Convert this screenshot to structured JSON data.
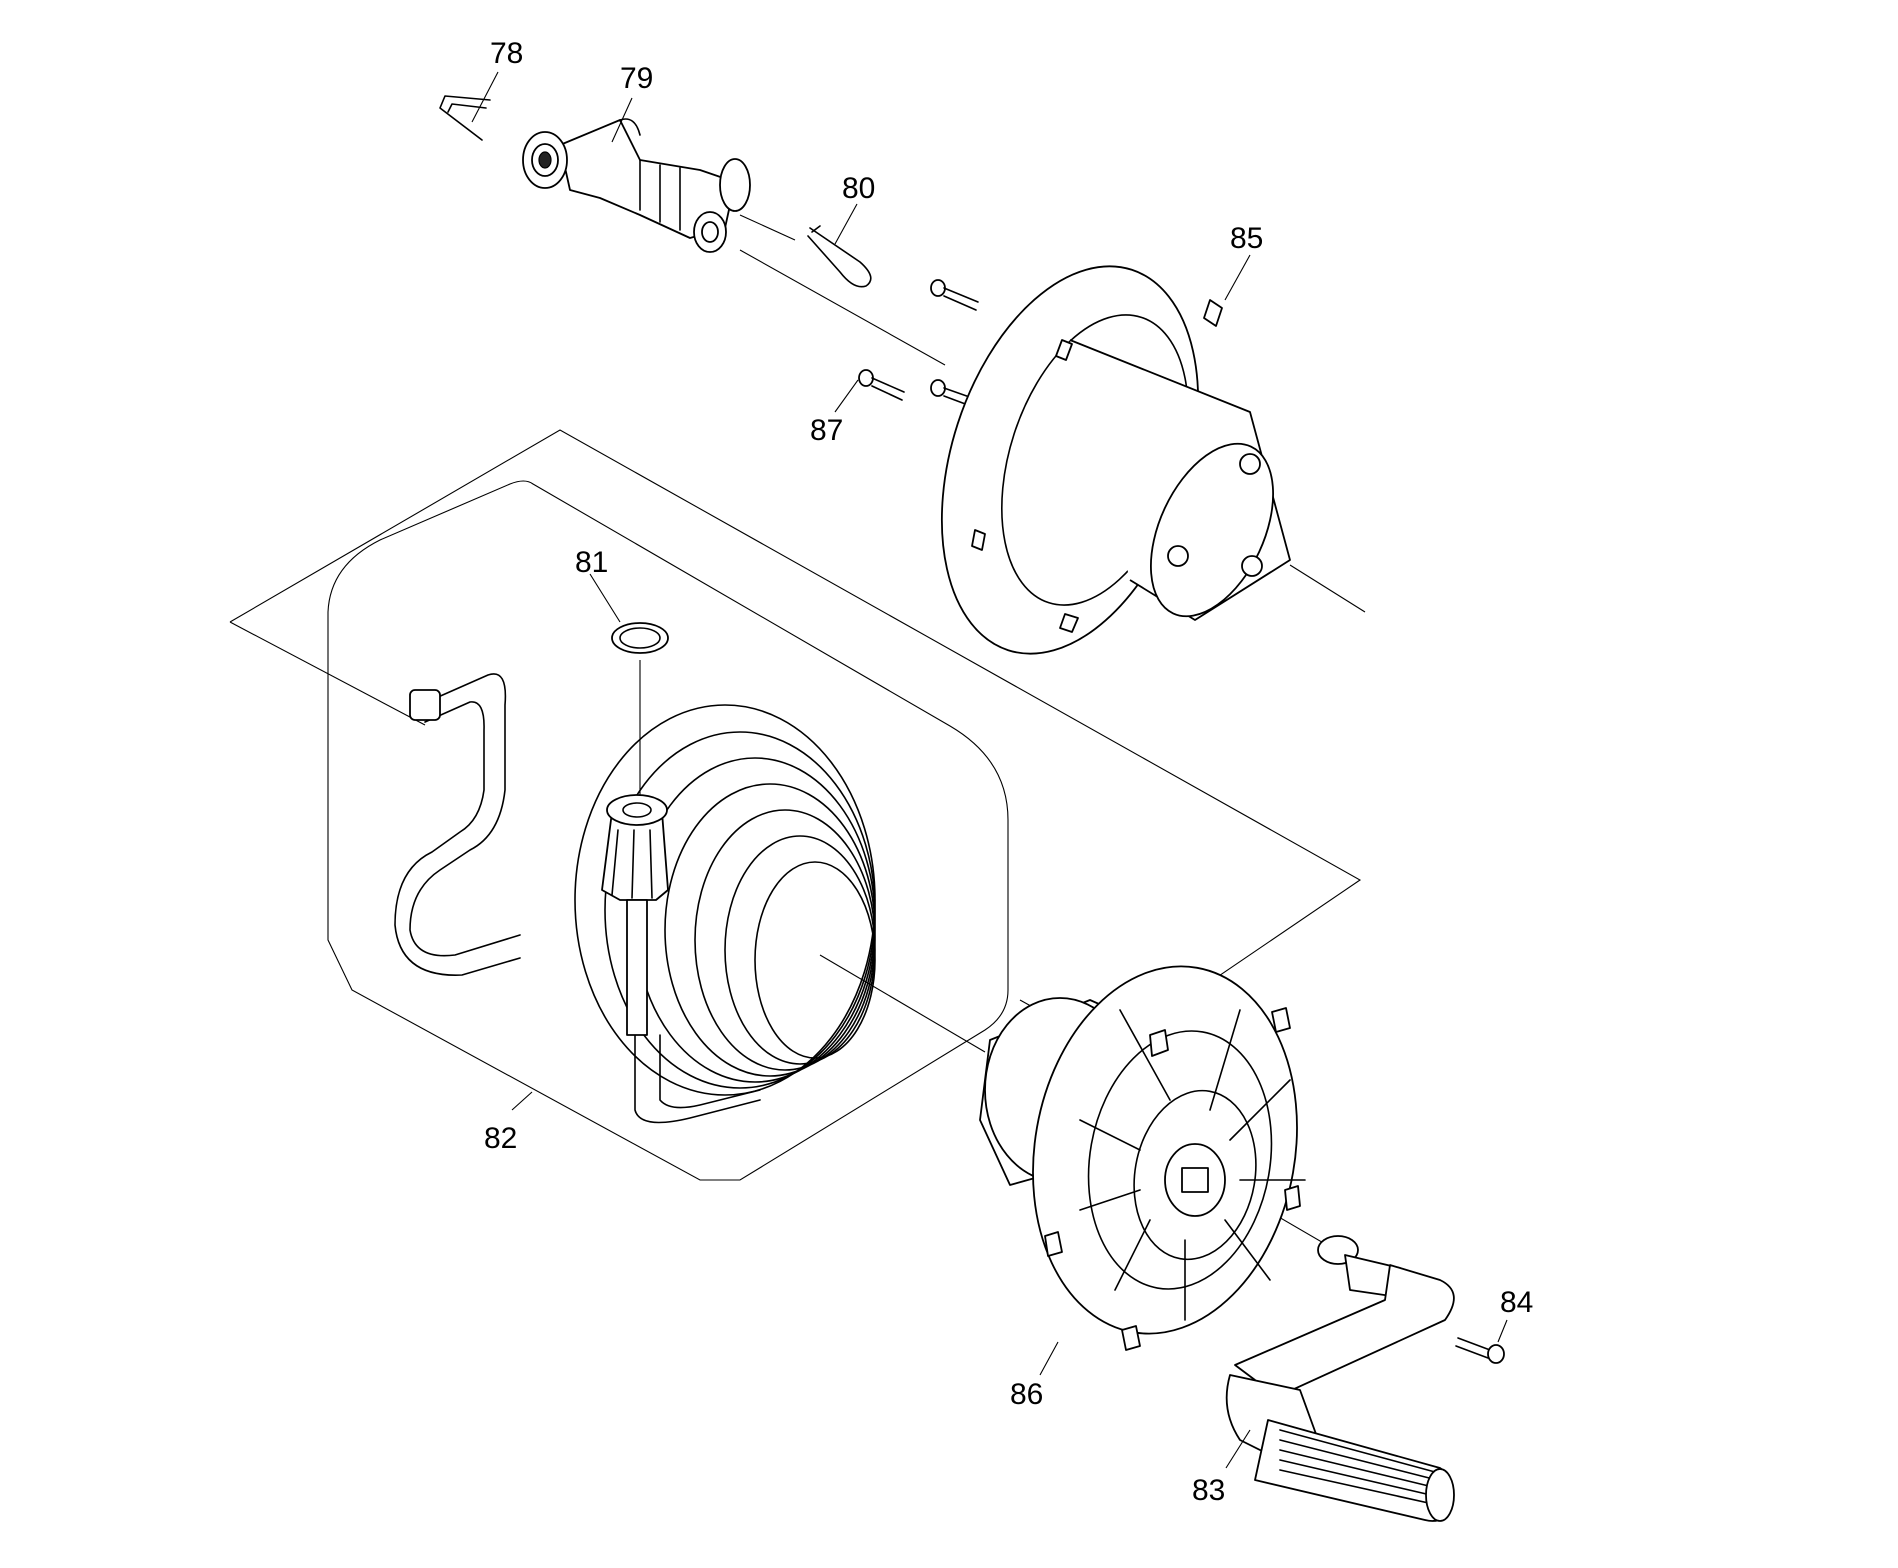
{
  "labels": {
    "p78": "78",
    "p79": "79",
    "p80": "80",
    "p81": "81",
    "p82": "82",
    "p83": "83",
    "p84": "84",
    "p85": "85",
    "p86": "86",
    "p87": "87"
  },
  "colors": {
    "stroke": "#000000",
    "background": "#ffffff"
  }
}
